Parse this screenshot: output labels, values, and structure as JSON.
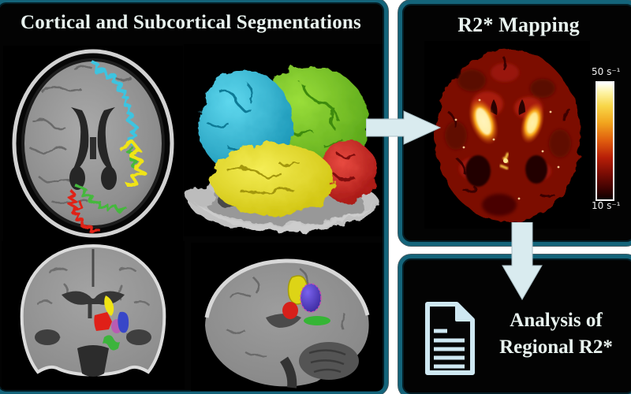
{
  "colors": {
    "page_background": "#ffffff",
    "panel_background": "#030303",
    "panel_border": "#14647a",
    "title_text": "#e9f3ef",
    "flow_arrow": "#d9ebef",
    "document_icon": "#cfe8f2",
    "segmentation_palette": {
      "cyan": "#3cc4e0",
      "green": "#44b83c",
      "yellow": "#f0e414",
      "red": "#e02018",
      "blue": "#3847c8",
      "magenta": "#b95cb2",
      "purple": "#5a3fd0"
    },
    "r2_colormap": [
      "#000000",
      "#7a0c04",
      "#d43d0a",
      "#f2a61e",
      "#f8d648",
      "#ffffff"
    ]
  },
  "segmentation_panel": {
    "title": "Cortical and Subcortical Segmentations"
  },
  "r2_panel": {
    "title": "R2* Mapping",
    "colorbar": {
      "max_label": "50 s⁻¹",
      "min_label": "10 s⁻¹"
    }
  },
  "analysis_panel": {
    "text_line1": "Analysis of",
    "text_line2": "Regional R2*"
  }
}
